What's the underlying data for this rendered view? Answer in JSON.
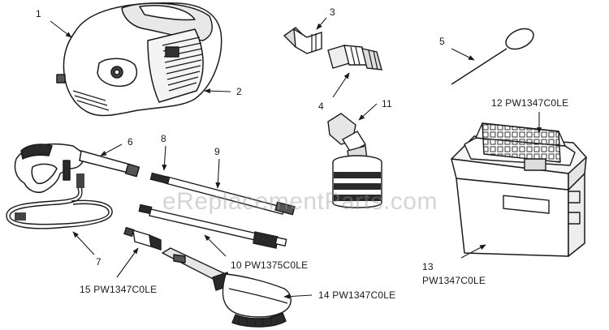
{
  "watermark": "eReplacementParts.com",
  "parts": [
    {
      "id": "1",
      "label": "1",
      "icon": "motor-housing-icon"
    },
    {
      "id": "2",
      "label": "2",
      "icon": "side-cover-icon"
    },
    {
      "id": "3",
      "label": "3",
      "icon": "hose-connector-icon"
    },
    {
      "id": "4",
      "label": "4",
      "icon": "hose-adapter-icon"
    },
    {
      "id": "5",
      "label": "5",
      "icon": "nozzle-cleaning-pin-icon"
    },
    {
      "id": "6",
      "label": "6",
      "icon": "spray-gun-icon"
    },
    {
      "id": "7",
      "label": "7",
      "icon": "high-pressure-hose-icon"
    },
    {
      "id": "8",
      "label": "8",
      "icon": "lance-tip-icon"
    },
    {
      "id": "9",
      "label": "9",
      "icon": "extension-lance-icon"
    },
    {
      "id": "10",
      "label": "10  PW1375C0LE",
      "icon": "adjustable-lance-icon"
    },
    {
      "id": "11",
      "label": "11",
      "icon": "detergent-bottle-icon"
    },
    {
      "id": "12",
      "label": "12  PW1347C0LE",
      "icon": "storage-box-lid-icon"
    },
    {
      "id": "13a",
      "label": "13",
      "icon": "storage-box-icon"
    },
    {
      "id": "13b",
      "label": "PW1347C0LE",
      "icon": "storage-box-icon"
    },
    {
      "id": "14",
      "label": "14  PW1347C0LE",
      "icon": "rotating-brush-icon"
    },
    {
      "id": "15",
      "label": "15  PW1347C0LE",
      "icon": "turbo-nozzle-icon"
    }
  ]
}
